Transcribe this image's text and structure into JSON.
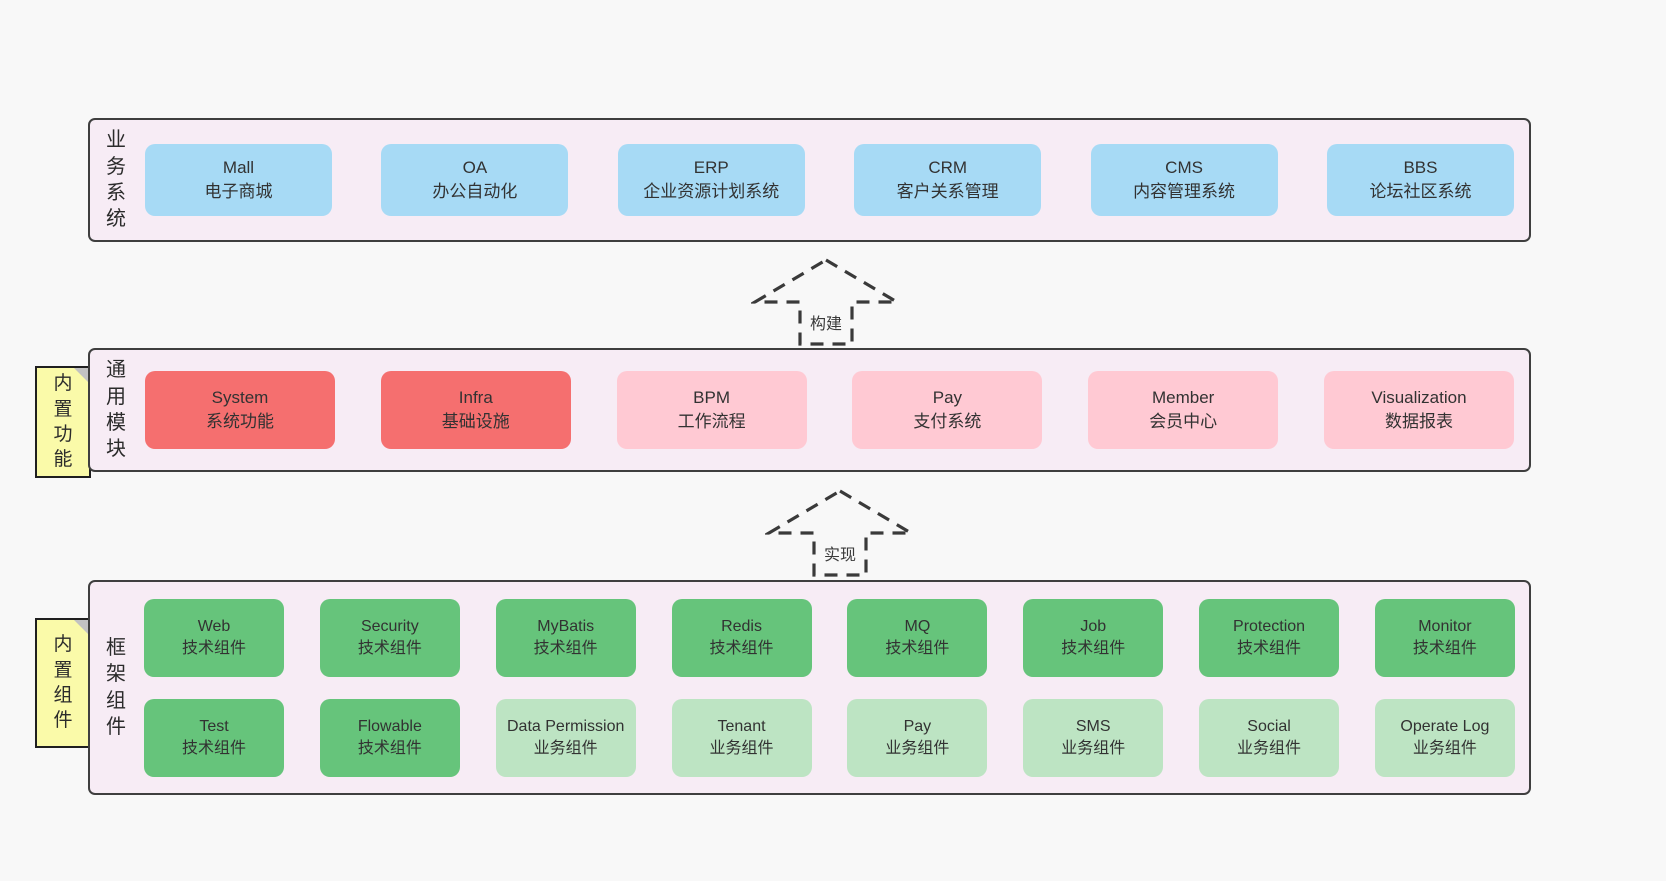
{
  "colors": {
    "page_bg": "#f8f8f8",
    "band_bg": "#f7ecf5",
    "band_border": "#3f3f3f",
    "blue": "#a7daf5",
    "red": "#f56f6f",
    "pink": "#ffc9d3",
    "green": "#66c47b",
    "green_light": "#bde4c3",
    "sticky_yellow": "#fafaa9"
  },
  "arrows": [
    {
      "label": "构建"
    },
    {
      "label": "实现"
    }
  ],
  "bands": [
    {
      "label": "业务系统",
      "boxes": [
        {
          "name": "Mall",
          "desc": "电子商城"
        },
        {
          "name": "OA",
          "desc": "办公自动化"
        },
        {
          "name": "ERP",
          "desc": "企业资源计划系统"
        },
        {
          "name": "CRM",
          "desc": "客户关系管理"
        },
        {
          "name": "CMS",
          "desc": "内容管理系统"
        },
        {
          "name": "BBS",
          "desc": "论坛社区系统"
        }
      ]
    },
    {
      "sticky": "内置功能",
      "label": "通用模块",
      "boxes": [
        {
          "name": "System",
          "desc": "系统功能",
          "variant": "red"
        },
        {
          "name": "Infra",
          "desc": "基础设施",
          "variant": "red"
        },
        {
          "name": "BPM",
          "desc": "工作流程",
          "variant": "pink"
        },
        {
          "name": "Pay",
          "desc": "支付系统",
          "variant": "pink"
        },
        {
          "name": "Member",
          "desc": "会员中心",
          "variant": "pink"
        },
        {
          "name": "Visualization",
          "desc": "数据报表",
          "variant": "pink"
        }
      ]
    },
    {
      "sticky": "内置组件",
      "label": "框架组件",
      "rows": [
        [
          {
            "name": "Web",
            "desc": "技术组件",
            "variant": "green"
          },
          {
            "name": "Security",
            "desc": "技术组件",
            "variant": "green"
          },
          {
            "name": "MyBatis",
            "desc": "技术组件",
            "variant": "green"
          },
          {
            "name": "Redis",
            "desc": "技术组件",
            "variant": "green"
          },
          {
            "name": "MQ",
            "desc": "技术组件",
            "variant": "green"
          },
          {
            "name": "Job",
            "desc": "技术组件",
            "variant": "green"
          },
          {
            "name": "Protection",
            "desc": "技术组件",
            "variant": "green"
          },
          {
            "name": "Monitor",
            "desc": "技术组件",
            "variant": "green"
          }
        ],
        [
          {
            "name": "Test",
            "desc": "技术组件",
            "variant": "green"
          },
          {
            "name": "Flowable",
            "desc": "技术组件",
            "variant": "green"
          },
          {
            "name": "Data Permission",
            "desc": "业务组件",
            "variant": "green-light"
          },
          {
            "name": "Tenant",
            "desc": "业务组件",
            "variant": "green-light"
          },
          {
            "name": "Pay",
            "desc": "业务组件",
            "variant": "green-light"
          },
          {
            "name": "SMS",
            "desc": "业务组件",
            "variant": "green-light"
          },
          {
            "name": "Social",
            "desc": "业务组件",
            "variant": "green-light"
          },
          {
            "name": "Operate Log",
            "desc": "业务组件",
            "variant": "green-light"
          }
        ]
      ]
    }
  ]
}
